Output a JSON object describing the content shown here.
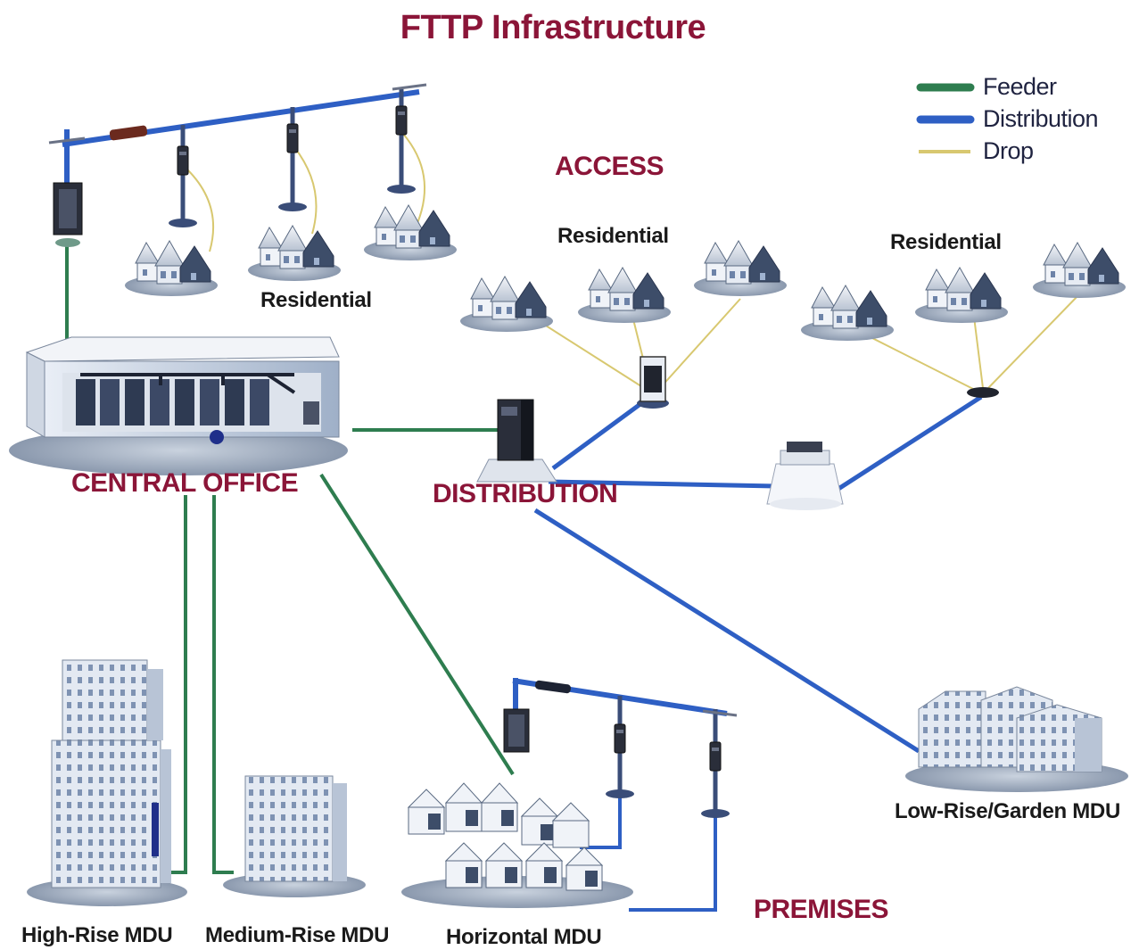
{
  "title": "FTTP Infrastructure",
  "legend": [
    {
      "label": "Feeder",
      "color": "#2e7d4f"
    },
    {
      "label": "Distribution",
      "color": "#2e5fc4"
    },
    {
      "label": "Drop",
      "color": "#d8c870"
    }
  ],
  "sections": {
    "access": "ACCESS",
    "central_office": "CENTRAL OFFICE",
    "distribution": "DISTRIBUTION",
    "premises": "PREMISES"
  },
  "places": {
    "residential_a": "Residential",
    "residential_b": "Residential",
    "residential_c": "Residential",
    "high_rise": "High-Rise MDU",
    "medium_rise": "Medium-Rise MDU",
    "horizontal": "Horizontal MDU",
    "low_rise": "Low-Rise/Garden MDU"
  },
  "colors": {
    "feeder": "#2e7d4f",
    "distribution": "#2e5fc4",
    "drop": "#d8c870",
    "heading": "#8b1538"
  }
}
